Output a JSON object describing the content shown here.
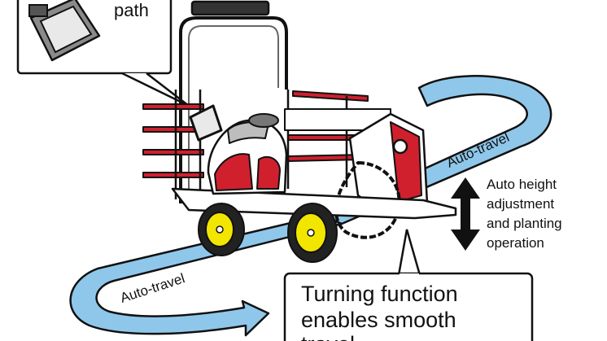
{
  "labels": {
    "top_callout": "path",
    "auto_travel_upper": "Auto-travel",
    "auto_travel_lower": "Auto-travel",
    "height_line1": "Auto height",
    "height_line2": "adjustment",
    "height_line3": "and planting",
    "height_line4": "operation",
    "turning_line1": "Turning function",
    "turning_line2": "enables smooth",
    "turning_line3": "travel"
  },
  "colors": {
    "path_fill": "#8fc7ea",
    "machine_red": "#d0202e",
    "wheel_hub": "#f2e600",
    "outline": "#111111",
    "screen": "#e9e9e9"
  },
  "icons": {
    "monitor": "tablet-monitor-icon",
    "height_arrow": "double-vertical-arrow-icon"
  }
}
